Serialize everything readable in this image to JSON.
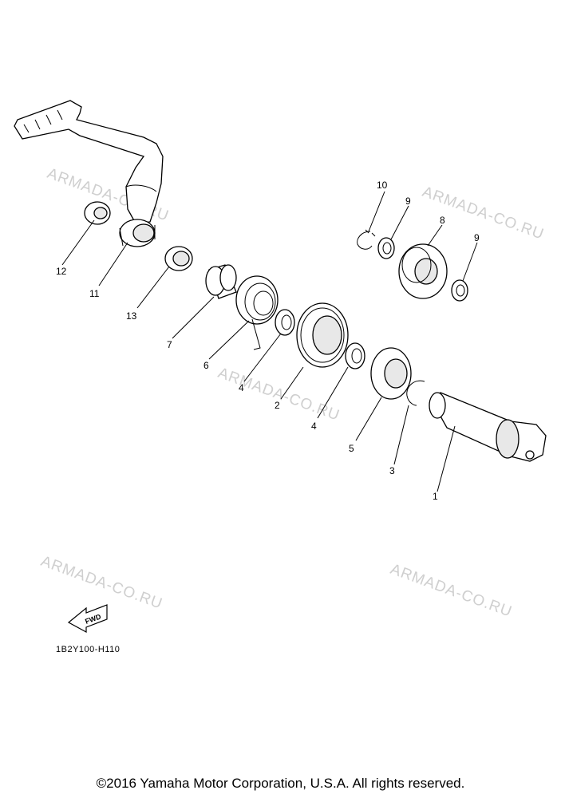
{
  "watermark": "ARMADA-CO.RU",
  "diagram_code": "1B2Y100-H110",
  "fwd_label": "FWD",
  "copyright": "©2016 Yamaha Motor Corporation, U.S.A. All rights reserved.",
  "part_labels": [
    "1",
    "2",
    "3",
    "4",
    "4",
    "5",
    "6",
    "7",
    "8",
    "9",
    "9",
    "10",
    "11",
    "12",
    "13"
  ]
}
